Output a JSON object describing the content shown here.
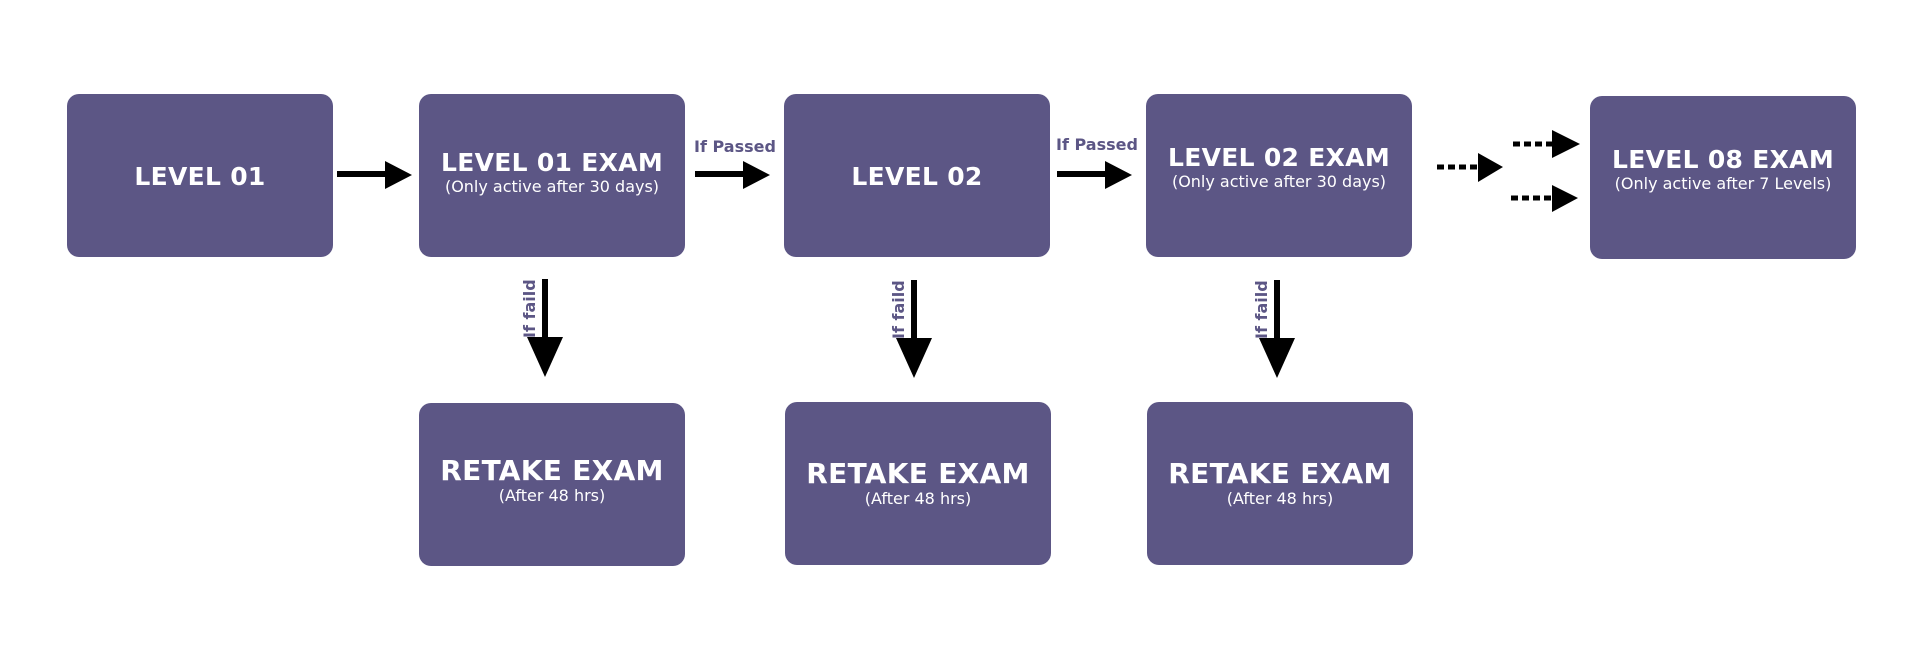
{
  "diagram": {
    "nodes": [
      {
        "id": "level-01",
        "title": "LEVEL 01",
        "subtitle": ""
      },
      {
        "id": "level-01-exam",
        "title": "LEVEL 01 EXAM",
        "subtitle": "(Only active after 30 days)"
      },
      {
        "id": "level-02",
        "title": "LEVEL 02",
        "subtitle": ""
      },
      {
        "id": "level-02-exam",
        "title": "LEVEL 02 EXAM",
        "subtitle": "(Only active after 30 days)"
      },
      {
        "id": "level-08-exam",
        "title": "LEVEL 08 EXAM",
        "subtitle": "(Only active after 7 Levels)"
      },
      {
        "id": "retake-1",
        "title": "RETAKE EXAM",
        "subtitle": "(After 48 hrs)"
      },
      {
        "id": "retake-2",
        "title": "RETAKE EXAM",
        "subtitle": "(After 48 hrs)"
      },
      {
        "id": "retake-3",
        "title": "RETAKE EXAM",
        "subtitle": "(After 48 hrs)"
      }
    ],
    "edges": [
      {
        "from": "level-01",
        "to": "level-01-exam",
        "label": "",
        "style": "solid"
      },
      {
        "from": "level-01-exam",
        "to": "level-02",
        "label": "If Passed",
        "style": "solid"
      },
      {
        "from": "level-02",
        "to": "level-02-exam",
        "label": "If Passed",
        "style": "solid"
      },
      {
        "from": "level-02-exam",
        "to": "level-08-exam",
        "label": "",
        "style": "dotted"
      },
      {
        "from": "level-01-exam",
        "to": "retake-1",
        "label": "If faild",
        "style": "solid"
      },
      {
        "from": "level-02",
        "to": "retake-2",
        "label": "If faild",
        "style": "solid"
      },
      {
        "from": "level-02-exam",
        "to": "retake-3",
        "label": "If faild",
        "style": "solid"
      }
    ],
    "colors": {
      "node_fill": "#5c5685",
      "node_text": "#ffffff",
      "label_text": "#5c5685",
      "arrow": "#000000"
    }
  }
}
